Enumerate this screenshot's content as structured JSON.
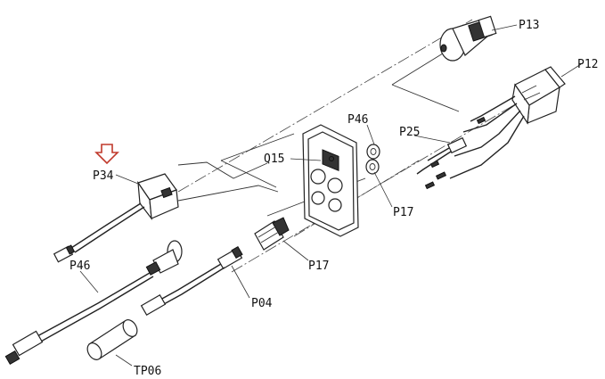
{
  "colors": {
    "pointer_arrow": "#c0392b",
    "line": "#222222",
    "background": "#ffffff"
  },
  "labels": {
    "p13": "P13",
    "p12": "P12",
    "p25": "P25",
    "p46_top": "P46",
    "q15": "Q15",
    "p34": "P34",
    "p17_right": "P17",
    "p17_mid": "P17",
    "p46_left": "P46",
    "p04": "P04",
    "tp06": "TP06"
  },
  "indicator": {
    "icon": "down-arrow-outline-icon"
  }
}
